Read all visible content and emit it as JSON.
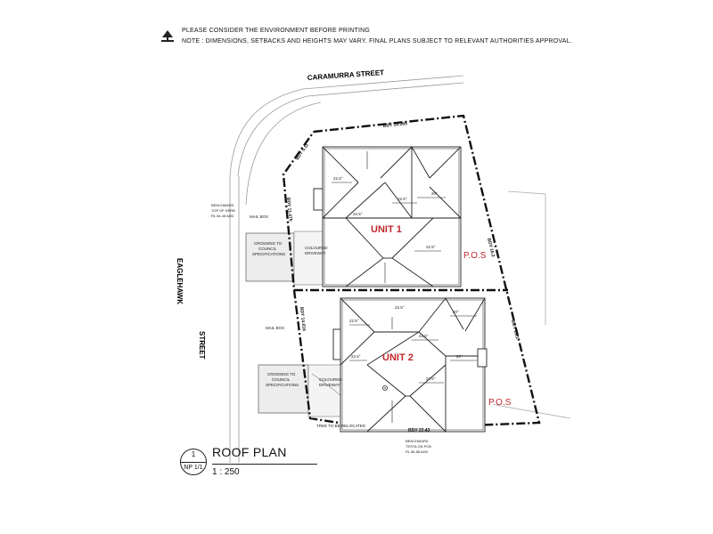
{
  "notes": {
    "environment": "PLEASE CONSIDER THE ENVIRONMENT BEFORE PRINTING",
    "disclaimer": "NOTE : DIMENSIONS, SETBACKS AND HEIGHTS MAY VARY. FINAL PLANS SUBJECT TO RELEVANT AUTHORITIES APPROVAL."
  },
  "streets": {
    "north": "CARAMURRA    STREET",
    "west_1": "EAGLEHAWK",
    "west_2": "STREET"
  },
  "units": {
    "unit1": "UNIT 1",
    "unit2": "UNIT 2",
    "pos1": "P.O.S",
    "pos2": "P.O.S"
  },
  "site_labels": {
    "benchmark_1_line1": "BENCHMARK",
    "benchmark_1_line2": "TOP OF KERB",
    "benchmark_1_line3": "RL 84.48 AHD",
    "mailbox_1": "MAIL BOX",
    "crossing_1_line1": "CROSSING TO",
    "crossing_1_line2": "COUNCIL",
    "crossing_1_line3": "SPECIFICATIONS",
    "driveway_1_line1": "COLOURED",
    "driveway_1_line2": "DRIVEWAY",
    "mailbox_2": "MAIL BOX",
    "crossing_2_line1": "CROSSING TO",
    "crossing_2_line2": "COUNCIL",
    "crossing_2_line3": "SPECIFICATIONS",
    "driveway_2_line1": "COLOURED",
    "driveway_2_line2": "DRIVEWAY",
    "tree_note": "TREE TO BE RELOCATED",
    "benchmark_2_line1": "BENCHMARK",
    "benchmark_2_line2": "TESTA ON PCB",
    "benchmark_2_line3": "RL 86.88 AHD"
  },
  "boundaries": {
    "north": "BDY 15.365",
    "north_west": "BDY 5.11",
    "west_upper": "BDY 11.475",
    "west_lower": "BDY 14.016",
    "east_upper": "BDY 16.2",
    "east_lower": "BDY 13.1",
    "south": "BDY 22.43"
  },
  "pitches": {
    "u1_a": "22.5°",
    "u1_b": "22.5°",
    "u1_c": "20°",
    "u1_d": "22.5°",
    "u1_e": "22.5°",
    "u2_a": "22.5°",
    "u2_b": "22.5°",
    "u2_c": "20°",
    "u2_d": "22.5°",
    "u2_e": "20°",
    "u2_f": "22.5°",
    "u2_g": "22.5°"
  },
  "title_block": {
    "number": "1",
    "sheet": "NP 1/1",
    "title": "ROOF PLAN",
    "scale": "1 : 250"
  }
}
